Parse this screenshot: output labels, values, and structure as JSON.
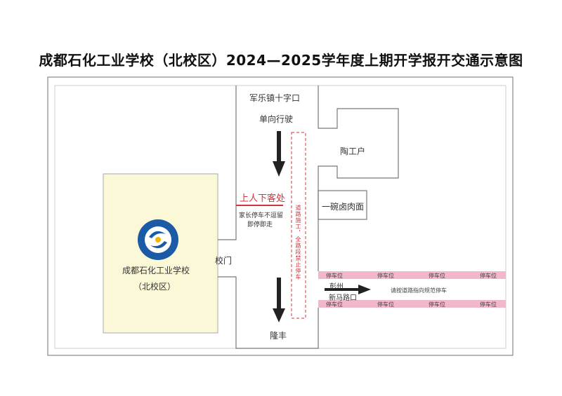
{
  "title": "成都石化工业学校（北校区）2024—2025学年度上期开学报开交通示意图",
  "roads": {
    "north_label": "军乐镇十字口",
    "one_way": "单向行驶",
    "south_label": "隆丰",
    "east_label_top": "彭州",
    "east_label_bottom": "新马路口",
    "east_note": "请按道路指向规范停车"
  },
  "dropoff": {
    "title": "上人下客处",
    "note_line1": "家长停车不逗留",
    "note_line2": "即停即走"
  },
  "construction_note": "道路施工，全路段禁止停车",
  "school": {
    "name": "成都石化工业学校",
    "campus": "（北校区）",
    "logo_text": "成都石化工业学校",
    "gate": "校门"
  },
  "shops": [
    "陶工户",
    "一碗卤肉面"
  ],
  "parking": {
    "label": "停车位",
    "top_row": [
      "停车位",
      "停车位",
      "停车位",
      "停车位"
    ],
    "bottom_row": [
      "停车位",
      "停车位",
      "停车位",
      "停车位"
    ]
  },
  "colors": {
    "school_fill": "#fbf8d8",
    "parking": "#f2b6cd",
    "accent_red": "#d0343c",
    "logo_blue": "#1b5aa6"
  }
}
